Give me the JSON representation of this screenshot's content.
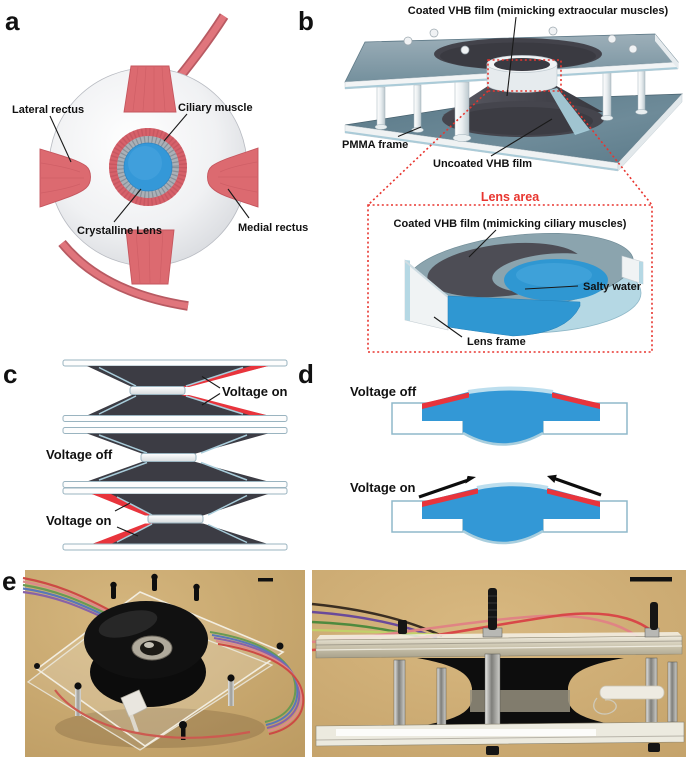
{
  "panels": {
    "a": {
      "label": "a",
      "lateral_rectus": "Lateral rectus",
      "ciliary_muscle": "Ciliary muscle",
      "crystalline_lens": "Crystalline Lens",
      "medial_rectus": "Medial rectus"
    },
    "b": {
      "label": "b",
      "coated_extraocular": "Coated VHB film (mimicking extraocular muscles)",
      "pmma_frame": "PMMA frame",
      "uncoated_vhb": "Uncoated VHB film",
      "lens_area": "Lens area",
      "coated_ciliary": "Coated VHB film (mimicking ciliary muscles)",
      "salty_water": "Salty water",
      "lens_frame": "Lens frame"
    },
    "c": {
      "label": "c",
      "voltage_on_top": "Voltage on",
      "voltage_off": "Voltage off",
      "voltage_on_bottom": "Voltage on"
    },
    "d": {
      "label": "d",
      "voltage_off": "Voltage off",
      "voltage_on": "Voltage on"
    },
    "e": {
      "label": "e"
    }
  },
  "colors": {
    "muscle_red": "#dd6a70",
    "active_red": "#e8343c",
    "annotation_red": "#e8352f",
    "water_blue": "#3398d6",
    "film_dark": "#3c3c44",
    "plate_slate": "#7b939f",
    "light_blue": "#b5d8e4",
    "photo_tan": "#c9a873",
    "frame_white": "#f0f3f4"
  }
}
